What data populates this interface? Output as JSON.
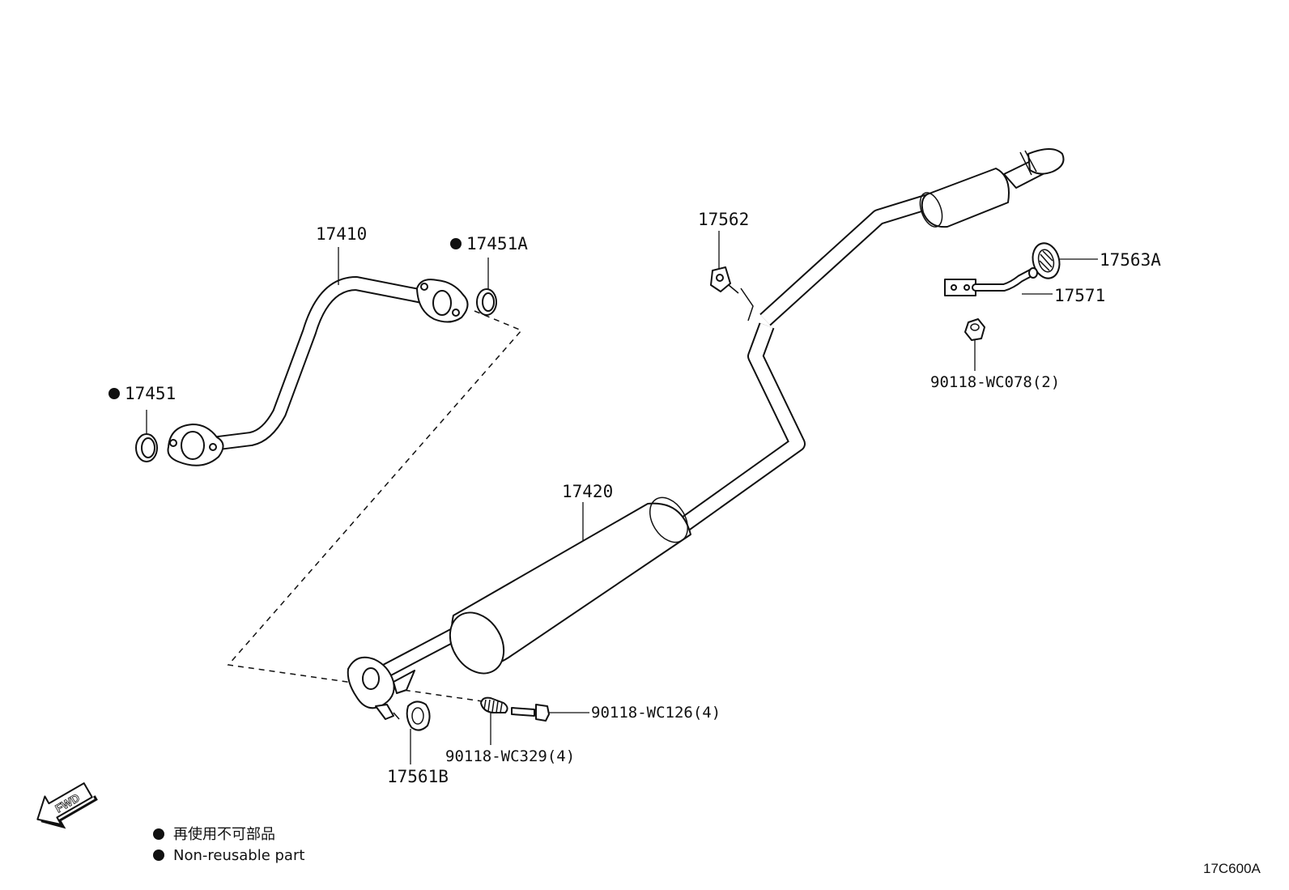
{
  "callouts": {
    "p17410": "17410",
    "p17451": "17451",
    "p17451a": "17451A",
    "p17420": "17420",
    "p17562": "17562",
    "p17563a": "17563A",
    "p17571": "17571",
    "p90118_wc078": "90118-WC078(2)",
    "p90118_wc126": "90118-WC126(4)",
    "p90118_wc329": "90118-WC329(4)",
    "p17561b": "17561B"
  },
  "fwd_label": "FWD",
  "legend": {
    "jp": "再使用不可部品",
    "en": "Non-reusable part"
  },
  "diagram_code": "17C600A"
}
